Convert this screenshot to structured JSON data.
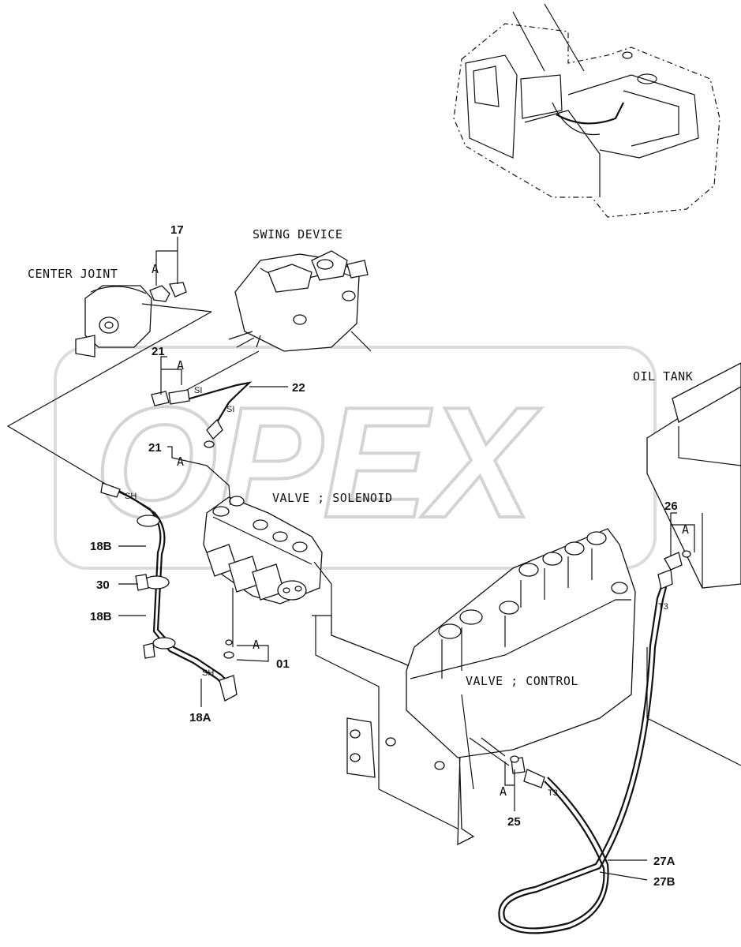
{
  "watermark": {
    "text": "OPEX"
  },
  "components": {
    "center_joint": "CENTER JOINT",
    "swing_device": "SWING DEVICE",
    "oil_tank": "OIL TANK",
    "valve_solenoid": "VALVE ; SOLENOID",
    "valve_control": "VALVE ; CONTROL"
  },
  "callouts": {
    "p17": "17",
    "p21a": "21",
    "p21b": "21",
    "p22": "22",
    "p18b_1": "18B",
    "p30": "30",
    "p18b_2": "18B",
    "p18a": "18A",
    "p01": "01",
    "p26": "26",
    "p25": "25",
    "p27a": "27A",
    "p27b": "27B"
  },
  "markers": {
    "a1": "A",
    "a2": "A",
    "a3": "A",
    "a4": "A",
    "a5": "A",
    "a6": "A",
    "si1": "SI",
    "si2": "SI",
    "sh1": "SH",
    "sh2": "SH",
    "t3a": "T3",
    "t3b": "T3"
  }
}
